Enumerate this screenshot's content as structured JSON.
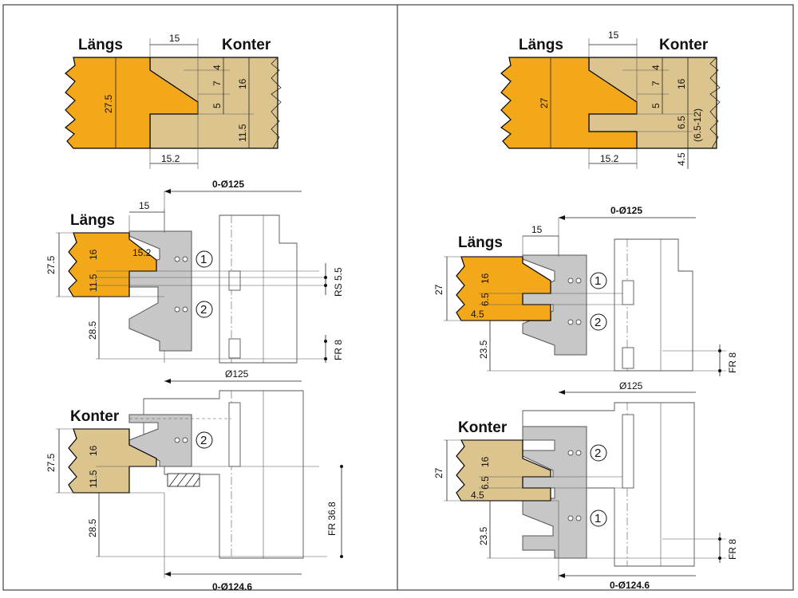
{
  "colors": {
    "workpiece_long": "#f3a81a",
    "workpiece_cross": "#dcc48e",
    "cutter": "#c7c7c7",
    "frame": "#555555"
  },
  "left": {
    "top": {
      "langs": "Längs",
      "konter": "Konter",
      "d15": "15",
      "d27": "27.5",
      "d4": "4",
      "d7": "7",
      "d16": "16",
      "d5": "5",
      "d11": "11.5",
      "d152": "15.2"
    },
    "mid": {
      "dia": "0-Ø125",
      "langs": "Längs",
      "d15": "15",
      "d152": "15.2",
      "d275": "27.5",
      "d16": "16",
      "d115": "11.5",
      "d285": "28.5",
      "c1": "1",
      "c2": "2",
      "rs": "RS 5.5",
      "fr": "FR 8"
    },
    "bot": {
      "dia": "Ø125",
      "konter": "Konter",
      "d275": "27.5",
      "d16": "16",
      "d115": "11.5",
      "d285": "28.5",
      "c2": "2",
      "fr": "FR 36.8",
      "dia2": "0-Ø124.6"
    }
  },
  "right": {
    "top": {
      "langs": "Längs",
      "konter": "Konter",
      "d15": "15",
      "d27": "27",
      "d4": "4",
      "d7": "7",
      "d16": "16",
      "d5": "5",
      "d65": "6.5",
      "d65r": "(6.5-12)",
      "d152": "15.2",
      "d45": "4.5"
    },
    "mid": {
      "dia": "0-Ø125",
      "langs": "Längs",
      "d15": "15",
      "d27": "27",
      "d16": "16",
      "d65": "6.5",
      "d45": "4.5",
      "d235": "23.5",
      "c1": "1",
      "c2": "2",
      "fr": "FR 8"
    },
    "bot": {
      "dia": "Ø125",
      "konter": "Konter",
      "d27": "27",
      "d16": "16",
      "d65": "6.5",
      "d45": "4.5",
      "d235": "23.5",
      "c2": "2",
      "c1": "1",
      "fr": "FR 8",
      "dia2": "0-Ø124.6"
    }
  }
}
